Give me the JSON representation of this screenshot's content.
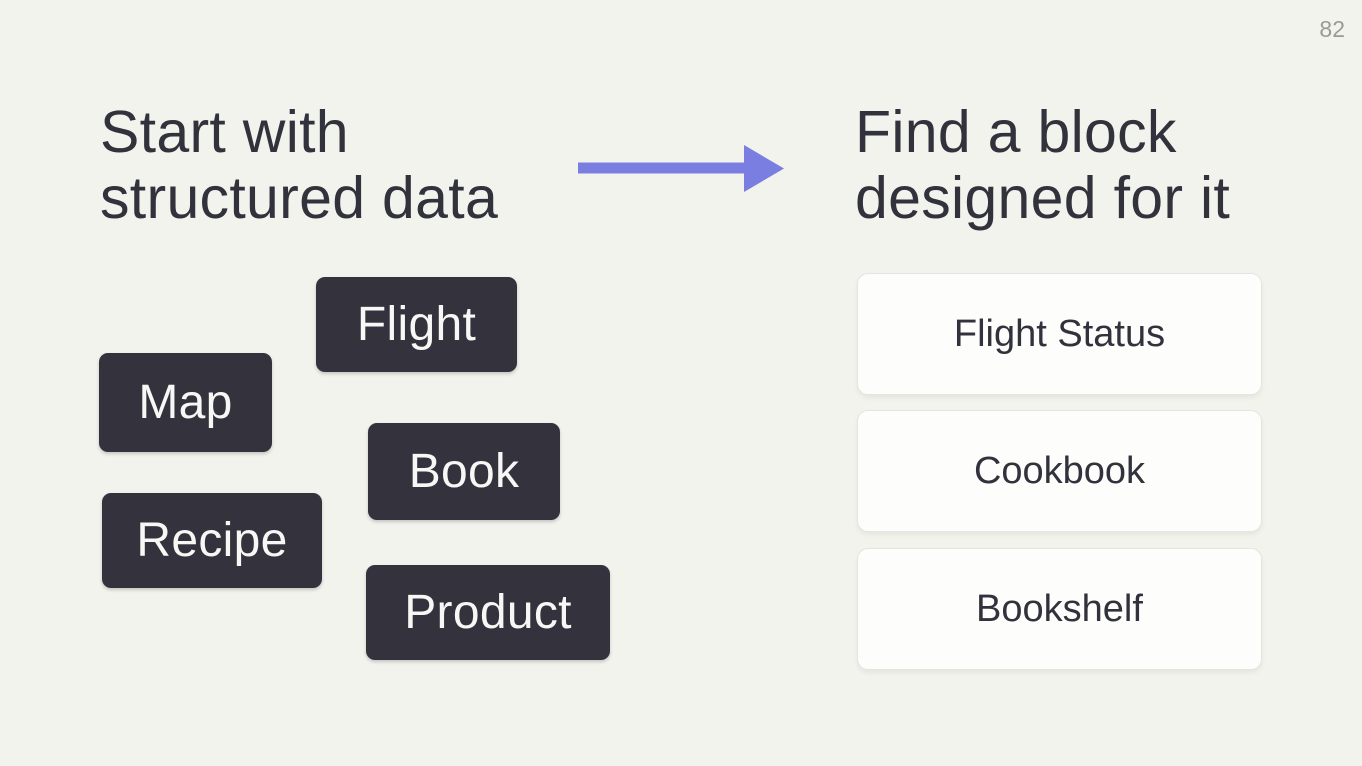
{
  "page": {
    "number": "82"
  },
  "left": {
    "heading_line1": "Start with",
    "heading_line2": "structured data",
    "chips": [
      {
        "label": "Flight"
      },
      {
        "label": "Map"
      },
      {
        "label": "Book"
      },
      {
        "label": "Recipe"
      },
      {
        "label": "Product"
      }
    ]
  },
  "right": {
    "heading_line1": "Find a block",
    "heading_line2": "designed for it",
    "cards": [
      {
        "label": "Flight Status"
      },
      {
        "label": "Cookbook"
      },
      {
        "label": "Bookshelf"
      }
    ]
  },
  "icons": {
    "arrow": "right-arrow-icon"
  },
  "colors": {
    "background": "#f1f3ec",
    "heading_text": "#32323c",
    "chip_background": "#34333d",
    "chip_text": "#f7f7f5",
    "card_background": "#fdfdfc",
    "card_border": "#e3e5de",
    "card_text": "#32323c",
    "page_number_text": "#9a9a97",
    "arrow": "#7a7ee0"
  }
}
